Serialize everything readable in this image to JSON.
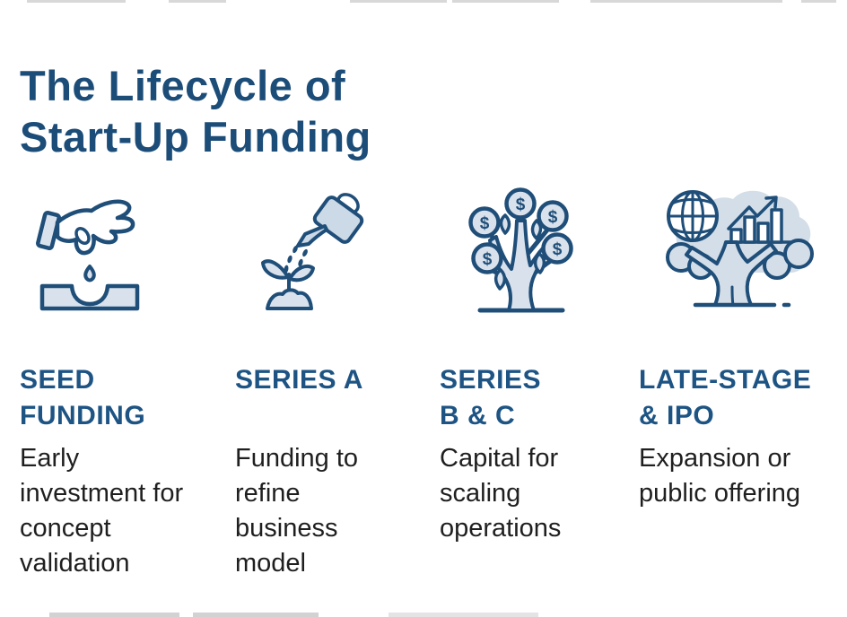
{
  "title": {
    "line1": "The Lifecycle of",
    "line2": "Start-Up Funding"
  },
  "colors": {
    "title_navy": "#1c4d78",
    "heading_navy": "#1d5484",
    "body_text": "#1f1f1f",
    "icon_outline": "#1f4e79",
    "icon_fill": "#d9e2ec",
    "background": "#ffffff"
  },
  "stages": [
    {
      "icon": "hand-planting-seed-icon",
      "heading": "SEED\nFUNDING",
      "description": "Early investment for concept validation"
    },
    {
      "icon": "watering-can-sprout-icon",
      "heading": "SERIES A",
      "description": "Funding to refine business model"
    },
    {
      "icon": "money-tree-icon",
      "heading": "SERIES\nB & C",
      "description": "Capital for scaling operations"
    },
    {
      "icon": "globe-chart-tree-icon",
      "heading": "LATE-STAGE\n& IPO",
      "description": "Expansion or public offering"
    }
  ]
}
